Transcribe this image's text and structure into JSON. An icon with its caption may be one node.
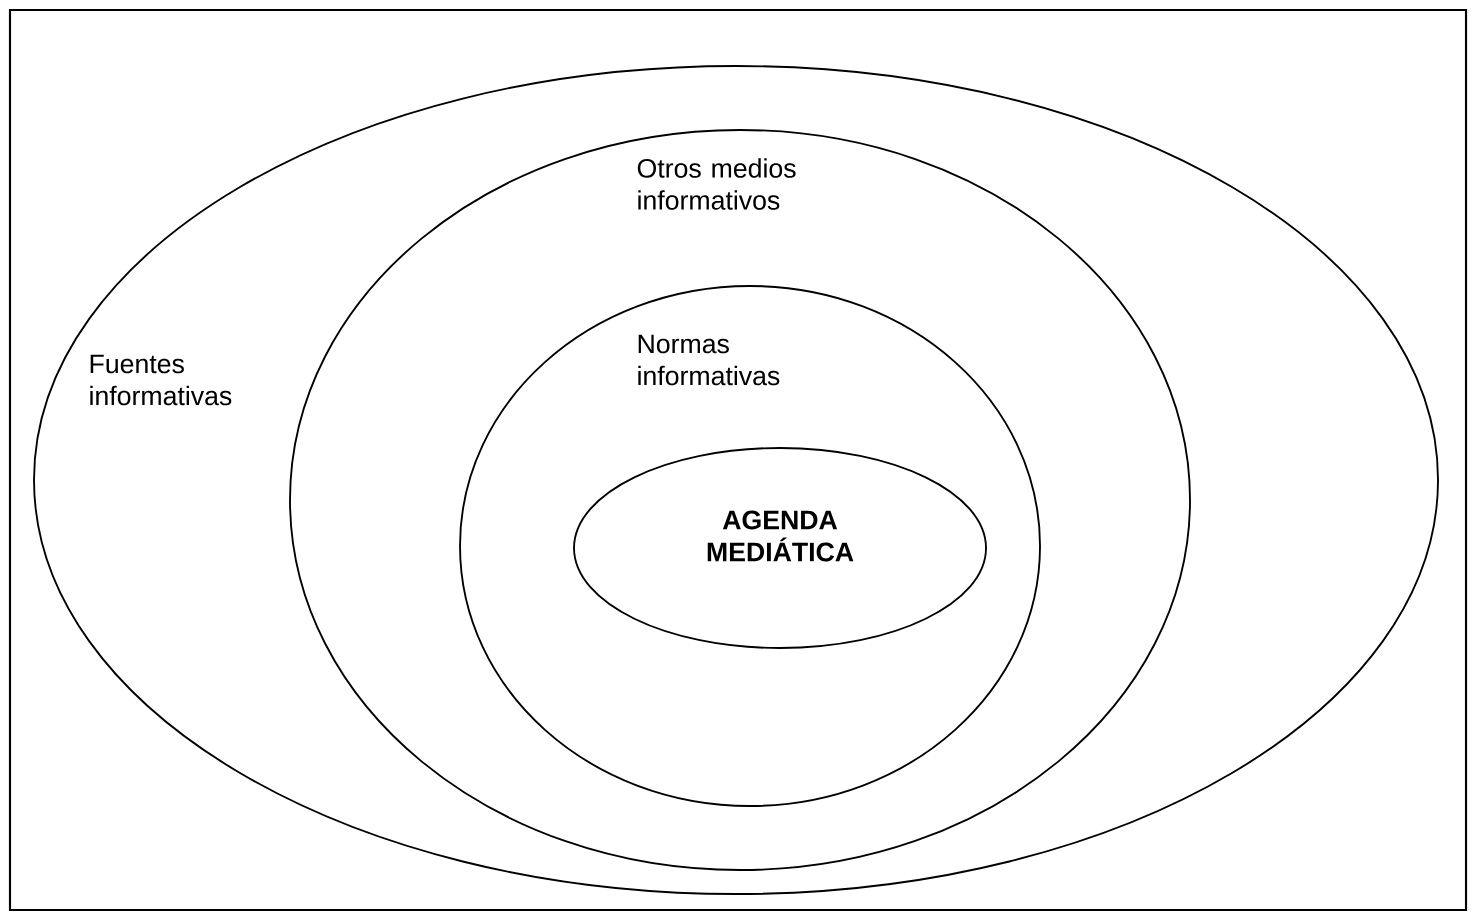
{
  "diagram": {
    "nodes": [
      {
        "text": [
          "Fuentes informativas"
        ]
      },
      {
        "text": [
          "Otros medios informativos"
        ],
        "in": 0
      },
      {
        "text": [
          "Normas informativas"
        ],
        "in": 1
      },
      {
        "text": [
          "AGENDA MEDIÁTICA"
        ],
        "in": 2
      }
    ]
  }
}
